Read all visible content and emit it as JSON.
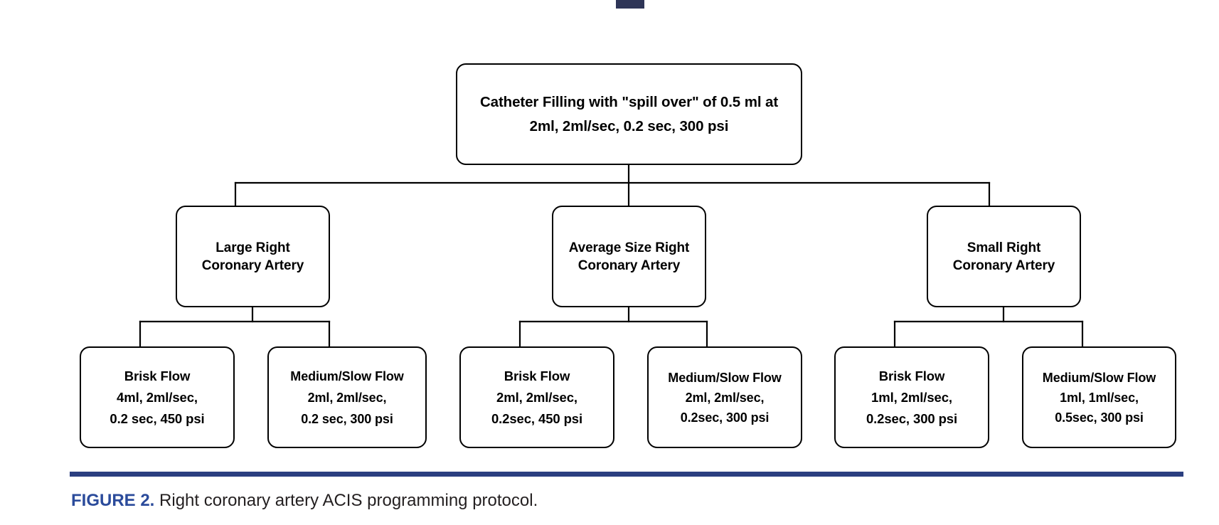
{
  "figure": {
    "caption_label": "FIGURE 2.",
    "caption_text": " Right coronary artery ACIS programming protocol.",
    "accent_color": "#2b4b9b",
    "rule_color": "#2b3f80",
    "tab_color": "#2e3557"
  },
  "chart_data": {
    "type": "diagram",
    "title": "Right coronary artery ACIS programming protocol",
    "orientation": "top-down tree",
    "levels": 3,
    "nodes": [
      {
        "id": "root",
        "level": 0,
        "lines": [
          "Catheter Filling with \"spill over\" of 0.5 ml at",
          "2ml, 2ml/sec, 0.2 sec, 300 psi"
        ]
      },
      {
        "id": "large-rca",
        "level": 1,
        "lines": [
          "Large Right",
          "Coronary Artery"
        ]
      },
      {
        "id": "average-rca",
        "level": 1,
        "lines": [
          "Average Size Right",
          "Coronary Artery"
        ]
      },
      {
        "id": "small-rca",
        "level": 1,
        "lines": [
          "Small Right",
          "Coronary Artery"
        ]
      },
      {
        "id": "large-brisk",
        "level": 2,
        "parent": "large-rca",
        "lines": [
          "Brisk Flow",
          "4ml, 2ml/sec,",
          "0.2 sec, 450 psi"
        ]
      },
      {
        "id": "large-medium-slow",
        "level": 2,
        "parent": "large-rca",
        "lines": [
          "Medium/Slow Flow",
          "2ml, 2ml/sec,",
          "0.2 sec, 300 psi"
        ]
      },
      {
        "id": "average-brisk",
        "level": 2,
        "parent": "average-rca",
        "lines": [
          "Brisk Flow",
          "2ml, 2ml/sec,",
          "0.2sec, 450 psi"
        ]
      },
      {
        "id": "average-medium-slow",
        "level": 2,
        "parent": "average-rca",
        "lines": [
          "Medium/Slow Flow",
          "2ml, 2ml/sec,",
          "0.2sec, 300 psi"
        ]
      },
      {
        "id": "small-brisk",
        "level": 2,
        "parent": "small-rca",
        "lines": [
          "Brisk Flow",
          "1ml, 2ml/sec,",
          "0.2sec, 300 psi"
        ]
      },
      {
        "id": "small-medium-slow",
        "level": 2,
        "parent": "small-rca",
        "lines": [
          "Medium/Slow Flow",
          "1ml, 1ml/sec,",
          "0.5sec, 300 psi"
        ]
      }
    ]
  },
  "root_box": {
    "line1": "Catheter Filling with \"spill over\" of 0.5 ml at",
    "line2": "2ml, 2ml/sec, 0.2 sec, 300 psi"
  },
  "branches": {
    "large": {
      "line1": "Large Right",
      "line2": "Coronary Artery"
    },
    "average": {
      "line1": "Average Size Right",
      "line2": "Coronary Artery"
    },
    "small": {
      "line1": "Small Right",
      "line2": "Coronary Artery"
    }
  },
  "leaves": {
    "large_brisk": {
      "line1": "Brisk Flow",
      "line2": "4ml, 2ml/sec,",
      "line3": "0.2 sec, 450 psi"
    },
    "large_medium": {
      "line1": "Medium/Slow Flow",
      "line2": "2ml, 2ml/sec,",
      "line3": "0.2 sec, 300 psi"
    },
    "average_brisk": {
      "line1": "Brisk Flow",
      "line2": "2ml, 2ml/sec,",
      "line3": "0.2sec, 450 psi"
    },
    "average_medium": {
      "line1": "Medium/Slow Flow",
      "line2": "2ml, 2ml/sec,",
      "line3": "0.2sec, 300 psi"
    },
    "small_brisk": {
      "line1": "Brisk Flow",
      "line2": "1ml, 2ml/sec,",
      "line3": "0.2sec, 300 psi"
    },
    "small_medium": {
      "line1": "Medium/Slow Flow",
      "line2": "1ml, 1ml/sec,",
      "line3": "0.5sec, 300 psi"
    }
  }
}
